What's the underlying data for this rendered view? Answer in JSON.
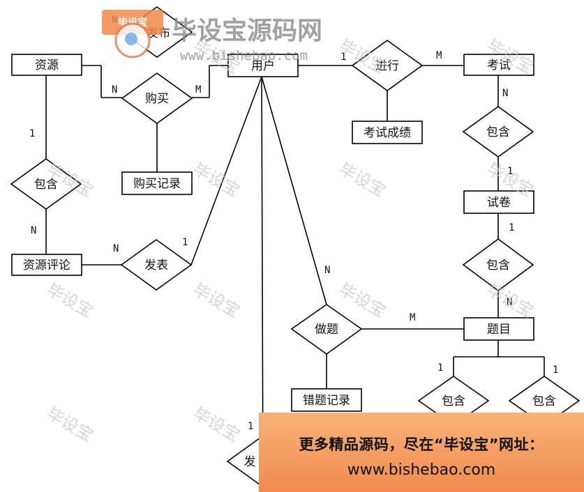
{
  "entities": {
    "resource": "资源",
    "user": "用户",
    "exam": "考试",
    "purchase_record": "购买记录",
    "exam_score": "考试成绩",
    "paper": "试卷",
    "resource_comment": "资源评论",
    "question": "题目",
    "wrong_record": "错题记录"
  },
  "relationships": {
    "publish_top": "发布",
    "purchase": "购买",
    "conduct": "进行",
    "contain_exam_paper": "包含",
    "contain_resource_comment": "包含",
    "contain_paper_question": "包含",
    "post": "发表",
    "do_question": "做题",
    "contain_left": "包含",
    "contain_right": "包含",
    "publish_bottom": "发"
  },
  "cardinalities": {
    "publish_n": "N",
    "purchase_n": "N",
    "purchase_m": "M",
    "conduct_1": "1",
    "conduct_m": "M",
    "exam_n": "N",
    "paper_1a": "1",
    "paper_1b": "1",
    "question_n": "N",
    "resource_1": "1",
    "comment_n": "N",
    "post_n": "N",
    "post_1": "1",
    "user_do_n": "N",
    "do_m": "M",
    "q_left_1": "1",
    "q_right_1": "1",
    "bottom_1": "1"
  },
  "watermark": {
    "logo_badge": "毕设宝",
    "logo_text": "毕设宝源码网",
    "logo_url": "www.bishebao.com",
    "tile": "毕设宝"
  },
  "banner": {
    "line1": "更多精品源码，尽在“毕设宝”网址：",
    "line2": "www.bishebao.com"
  }
}
